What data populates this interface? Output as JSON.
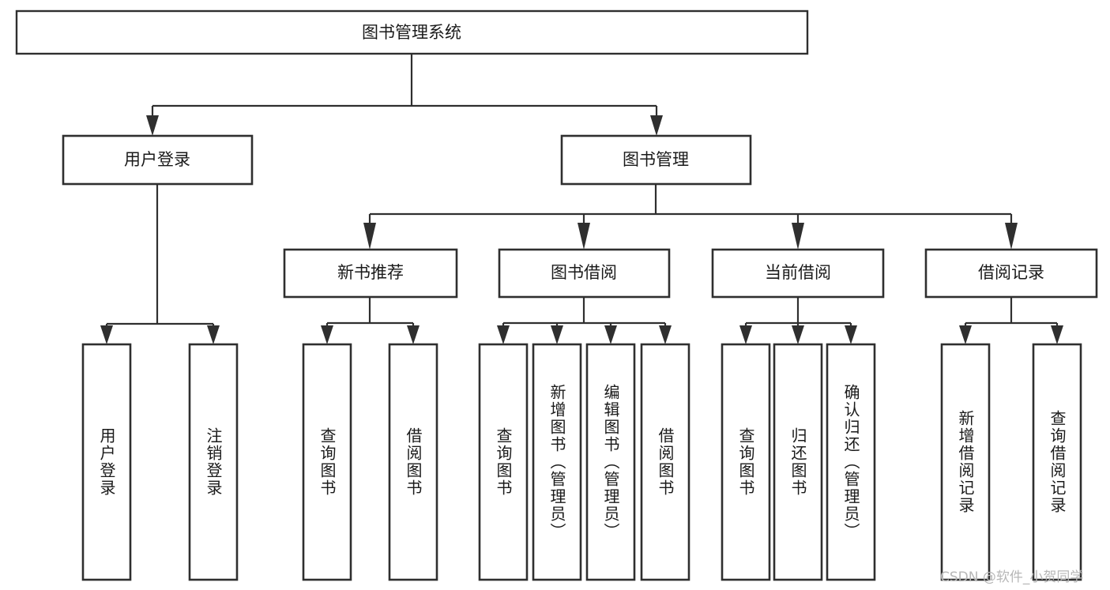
{
  "diagram": {
    "title": "图书管理系统",
    "type": "hierarchy-tree",
    "watermark": "CSDN @软件_小贺同学",
    "colors": {
      "stroke": "#2f2f2f",
      "box_fill": "#ffffff",
      "text": "#1a1a1a",
      "background": "#ffffff",
      "watermark": "#b7b7b7"
    },
    "root": {
      "label": "图书管理系统",
      "children": [
        {
          "label": "用户登录",
          "children": [
            {
              "label": "用户登录"
            },
            {
              "label": "注销登录"
            }
          ]
        },
        {
          "label": "图书管理",
          "children": [
            {
              "label": "新书推荐",
              "children": [
                {
                  "label": "查询图书"
                },
                {
                  "label": "借阅图书"
                }
              ]
            },
            {
              "label": "图书借阅",
              "children": [
                {
                  "label": "查询图书"
                },
                {
                  "label": "新增图书（管理员）"
                },
                {
                  "label": "编辑图书（管理员）"
                },
                {
                  "label": "借阅图书"
                }
              ]
            },
            {
              "label": "当前借阅",
              "children": [
                {
                  "label": "查询图书"
                },
                {
                  "label": "归还图书"
                },
                {
                  "label": "确认归还（管理员）"
                }
              ]
            },
            {
              "label": "借阅记录",
              "children": [
                {
                  "label": "新增借阅记录"
                },
                {
                  "label": "查询借阅记录"
                }
              ]
            }
          ]
        }
      ]
    },
    "nodes": {
      "root": "图书管理系统",
      "level1": [
        "用户登录",
        "图书管理"
      ],
      "level2": [
        "新书推荐",
        "图书借阅",
        "当前借阅",
        "借阅记录"
      ],
      "leaves_user_login": [
        "用户登录",
        "注销登录"
      ],
      "leaves_new_books": [
        "查询图书",
        "借阅图书"
      ],
      "leaves_borrow": [
        "查询图书",
        "新增图书（管理员）",
        "编辑图书（管理员）",
        "借阅图书"
      ],
      "leaves_current": [
        "查询图书",
        "归还图书",
        "确认归还（管理员）"
      ],
      "leaves_records": [
        "新增借阅记录",
        "查询借阅记录"
      ]
    }
  }
}
